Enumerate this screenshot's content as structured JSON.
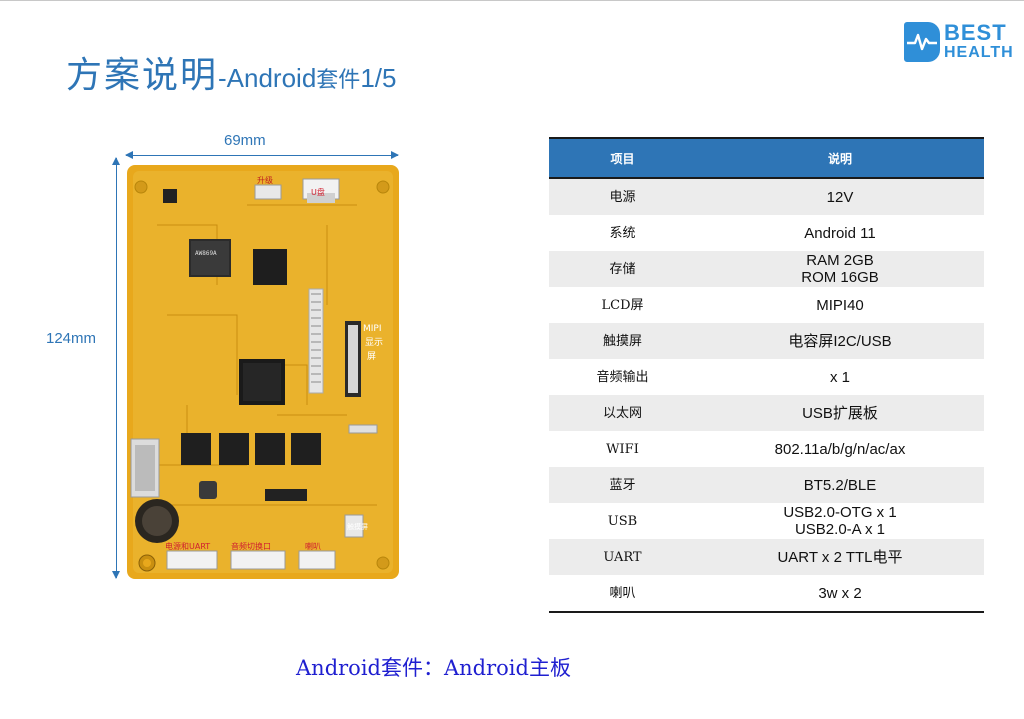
{
  "title": {
    "cn": "方案说明",
    "en": "-Android",
    "cn2": "套件",
    "page": "1/5"
  },
  "logo": {
    "line1": "BEST",
    "line2": "HEALTH",
    "brand_color": "#2f8fd8"
  },
  "dimensions": {
    "width_label": "69mm",
    "height_label": "124mm"
  },
  "board": {
    "silk_upgrade": "升级",
    "silk_udisk": "U盘",
    "silk_mipi": "MIPI",
    "silk_mipi2": "显示",
    "silk_mipi3": "屏",
    "silk_touch": "触摸屏",
    "silk_power": "电源和UART",
    "silk_audio": "音频切换口",
    "silk_speaker": "喇叭",
    "chip_wifi": "AW869A",
    "board_color": "#e8a81c"
  },
  "table": {
    "headers": [
      "项目",
      "说明"
    ],
    "rows": [
      {
        "key": "电源",
        "values": [
          "12V"
        ]
      },
      {
        "key": "系统",
        "values": [
          "Android 11"
        ]
      },
      {
        "key": "存储",
        "values": [
          "RAM 2GB",
          "ROM 16GB"
        ]
      },
      {
        "key": "LCD屏",
        "values": [
          "MIPI40"
        ]
      },
      {
        "key": "触摸屏",
        "values": [
          "电容屏I2C/USB"
        ]
      },
      {
        "key": "音频输出",
        "values": [
          "x 1"
        ]
      },
      {
        "key": "以太网",
        "values": [
          "USB扩展板"
        ]
      },
      {
        "key": "WIFI",
        "values": [
          "802.11a/b/g/n/ac/ax"
        ]
      },
      {
        "key": "蓝牙",
        "values": [
          "BT5.2/BLE"
        ]
      },
      {
        "key": "USB",
        "values": [
          "USB2.0-OTG x 1",
          "USB2.0-A x 1"
        ]
      },
      {
        "key": "UART",
        "values": [
          "UART x 2 TTL电平"
        ]
      },
      {
        "key": "喇叭",
        "values": [
          "3w x 2"
        ]
      }
    ],
    "header_color": "#2e75b6"
  },
  "caption": "Android套件：Android主板"
}
